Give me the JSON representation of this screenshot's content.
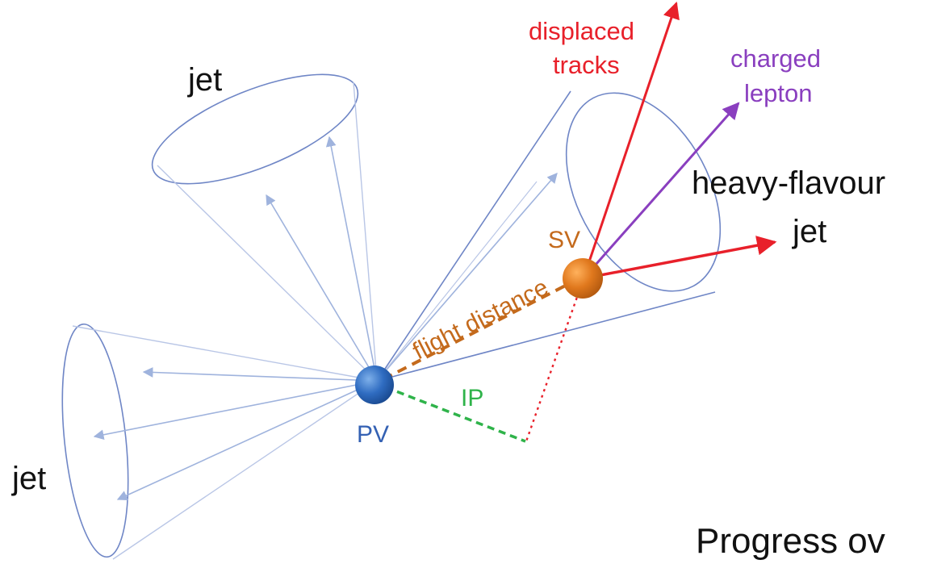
{
  "labels": {
    "jet_top": "jet",
    "jet_bottom": "jet",
    "displaced_tracks_line1": "displaced",
    "displaced_tracks_line2": "tracks",
    "charged_lepton_line1": "charged",
    "charged_lepton_line2": "lepton",
    "heavy_flavour": "heavy-flavour",
    "heavy_flavour_jet": "jet",
    "sv": "SV",
    "pv": "PV",
    "flight_distance": "flight distance",
    "ip": "IP"
  },
  "footer": {
    "text": "Progress ov"
  },
  "colors": {
    "cone": "#6f86c6",
    "track_arrow": "#9fb3dd",
    "displaced": "#e8202a",
    "lepton": "#8a3fbf",
    "flight": "#c46a1c",
    "ip": "#2fb34a",
    "pv_dot": "#2f6cc1",
    "sv_dot": "#e0781d"
  }
}
